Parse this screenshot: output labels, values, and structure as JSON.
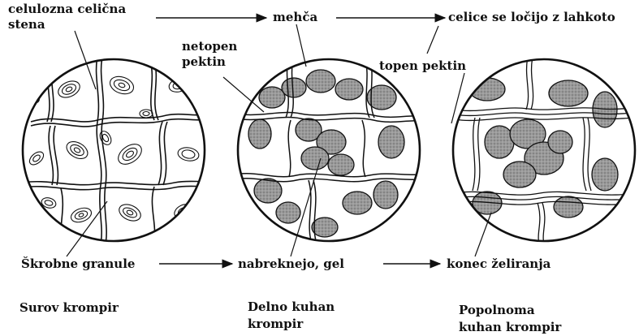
{
  "labels": {
    "cell_wall_line1": "celulozna celična",
    "cell_wall_line2": "stena",
    "softer": "mehča",
    "cells_separate": "celice se ločijo z lahkoto",
    "insoluble_pectin_line1": "netopen",
    "insoluble_pectin_line2": "pektin",
    "soluble_pectin": "topen pektin",
    "starch_granules": "Škrobne granule",
    "swell_gel": "nabreknejo, gel",
    "gelling_end": "konec želiranja"
  },
  "captions": {
    "raw": "Surov krompir",
    "partly_cooked_line1": "Delno kuhan",
    "partly_cooked_line2": "krompir",
    "fully_cooked_line1": "Popolnoma",
    "fully_cooked_line2": "kuhan krompir"
  },
  "colors": {
    "ink": "#111111",
    "granule_fill": "#8a8a8a",
    "background": "#ffffff"
  }
}
